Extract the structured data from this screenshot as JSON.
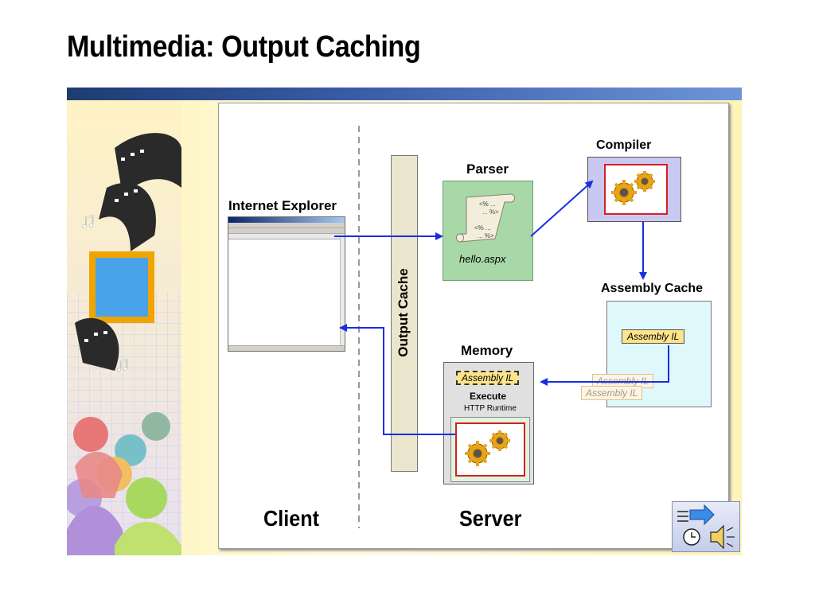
{
  "slide": {
    "title": "Multimedia: Output Caching"
  },
  "diagram": {
    "client_label": "Client",
    "server_label": "Server",
    "browser_label": "Internet Explorer",
    "output_cache_label": "Output Cache",
    "parser": {
      "title": "Parser",
      "file_name": "hello.aspx",
      "scroll_text_1": "<% ...",
      "scroll_text_2": "... %>"
    },
    "compiler": {
      "title": "Compiler"
    },
    "assembly_cache": {
      "title": "Assembly Cache",
      "tag": "Assembly IL",
      "ghost_tag_1": "Assembly IL",
      "ghost_tag_2": "Assembly IL"
    },
    "memory": {
      "title": "Memory",
      "tag": "Assembly IL",
      "execute_label": "Execute",
      "runtime_label": "HTTP Runtime"
    }
  },
  "colors": {
    "arrow": "#1a2ee0",
    "accent_band": "#3a5ea8",
    "parser_fill": "#a8d8a8",
    "compiler_fill": "#c8c8f0",
    "assembly_cache_fill": "#dff8fb",
    "tag_fill": "#ffe38a",
    "gear_gold": "#e8a418",
    "outline_red": "#d62020"
  },
  "icons": {
    "media": "clock-speaker-arrow-icon",
    "gear": "gear-icon",
    "scroll": "scroll-document-icon"
  }
}
